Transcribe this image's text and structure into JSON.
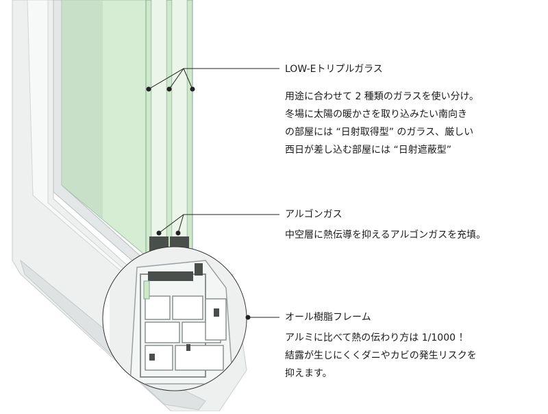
{
  "callouts": [
    {
      "title": "LOW-Eトリプルガラス",
      "lines": [
        "用途に合わせて 2 種類のガラスを使い分け。",
        "冬場に太陽の暖かさを取り込みたい南向き",
        "の部屋には “日射取得型” のガラス、厳しい",
        "西日が差し込む部屋には “日射遮蔽型”"
      ]
    },
    {
      "title": "アルゴンガス",
      "lines": [
        "中空層に熱伝導を抑えるアルゴンガスを充填。"
      ]
    },
    {
      "title": "オール樹脂フレーム",
      "lines": [
        "アルミに比べて熱の伝わり方は 1/1000 ！",
        "結露が生じにくくダニやカビの発生リスクを",
        "抑えます。"
      ]
    }
  ],
  "colors": {
    "frame": "#eef0f0",
    "frame_shadow": "#c9cdcd",
    "glass": "#d6ecd3",
    "glass_edge": "#7fa892",
    "gap_dark": "#4a4f4c",
    "leader": "#222222"
  }
}
